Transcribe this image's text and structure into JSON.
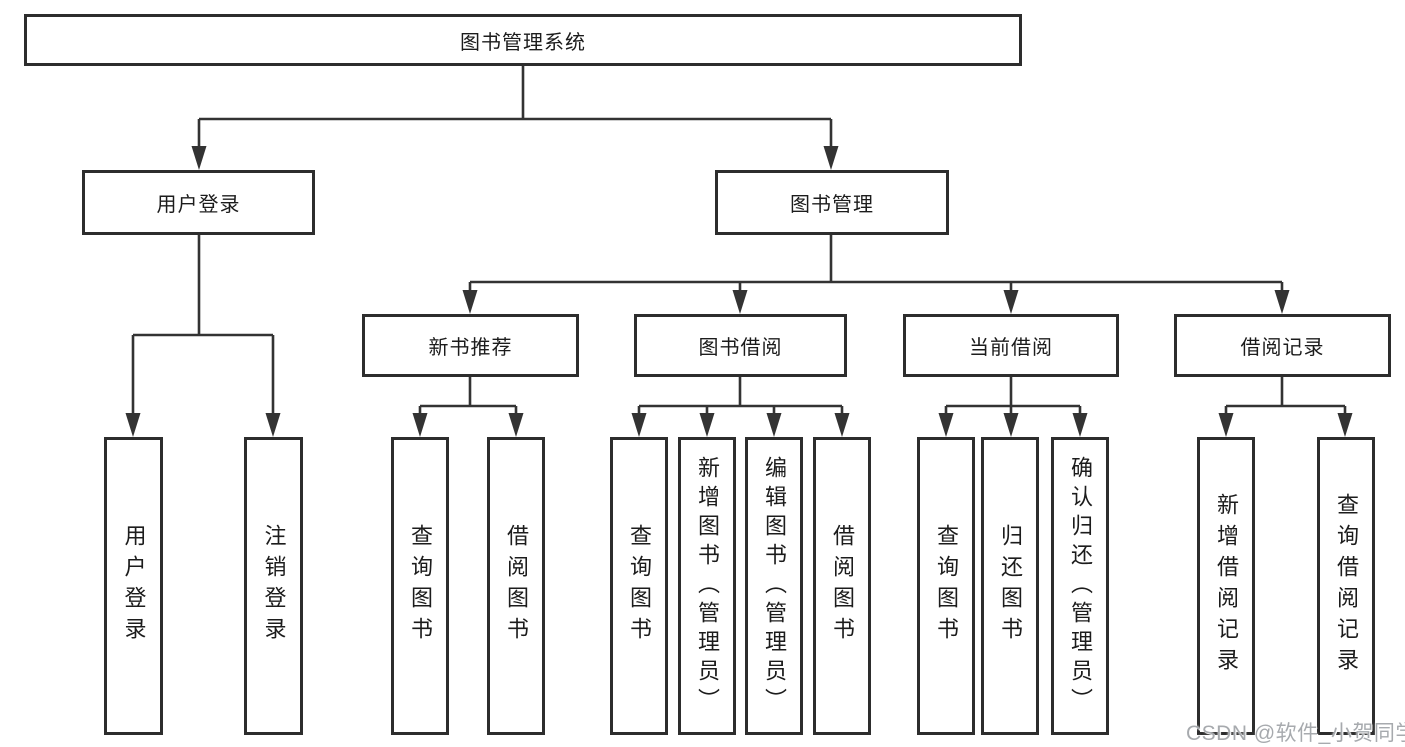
{
  "diagram": {
    "root": {
      "label": "图书管理系统",
      "children": [
        {
          "label": "用户登录",
          "children": [
            {
              "label": "用户登录"
            },
            {
              "label": "注销登录"
            }
          ]
        },
        {
          "label": "图书管理",
          "children": [
            {
              "label": "新书推荐",
              "children": [
                {
                  "label": "查询图书"
                },
                {
                  "label": "借阅图书"
                }
              ]
            },
            {
              "label": "图书借阅",
              "children": [
                {
                  "label": "查询图书"
                },
                {
                  "label": "新增图书（管理员）"
                },
                {
                  "label": "编辑图书（管理员）"
                },
                {
                  "label": "借阅图书"
                }
              ]
            },
            {
              "label": "当前借阅",
              "children": [
                {
                  "label": "查询图书"
                },
                {
                  "label": "归还图书"
                },
                {
                  "label": "确认归还（管理员）"
                }
              ]
            },
            {
              "label": "借阅记录",
              "children": [
                {
                  "label": "新增借阅记录"
                },
                {
                  "label": "查询借阅记录"
                }
              ]
            }
          ]
        }
      ]
    }
  },
  "watermark": {
    "text": "CSDN @软件_小贺同学"
  },
  "colors": {
    "line": "#333333",
    "box_border": "#2d2d2d",
    "text": "#1c1c1c",
    "watermark": "#a7aaae",
    "background": "#ffffff"
  }
}
